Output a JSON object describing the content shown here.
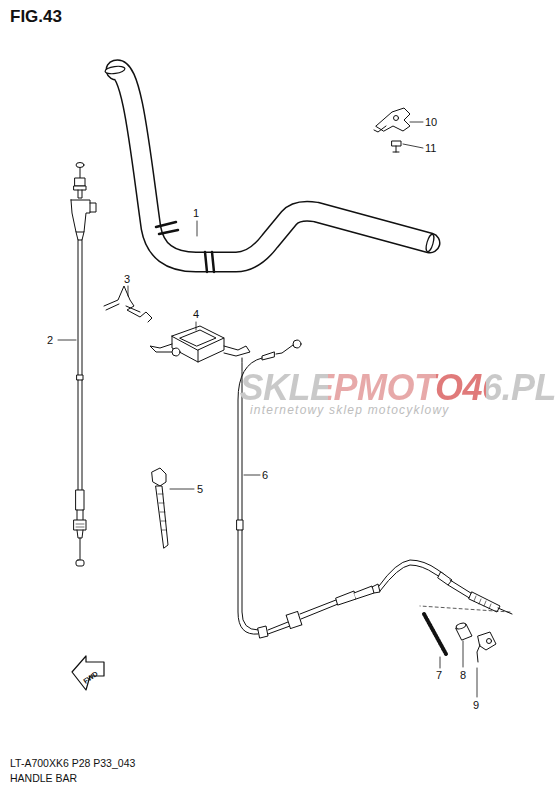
{
  "diagram": {
    "title": "FIG.43",
    "labels": [
      "1",
      "2",
      "3",
      "4",
      "5",
      "6",
      "7",
      "8",
      "9",
      "10",
      "11",
      "SKLEPMOTO46.PL",
      "internetowy sklep motocyklowy",
      "FWD",
      "LT-A700XK6 P28 P33_043",
      "HANDLE BAR"
    ]
  }
}
